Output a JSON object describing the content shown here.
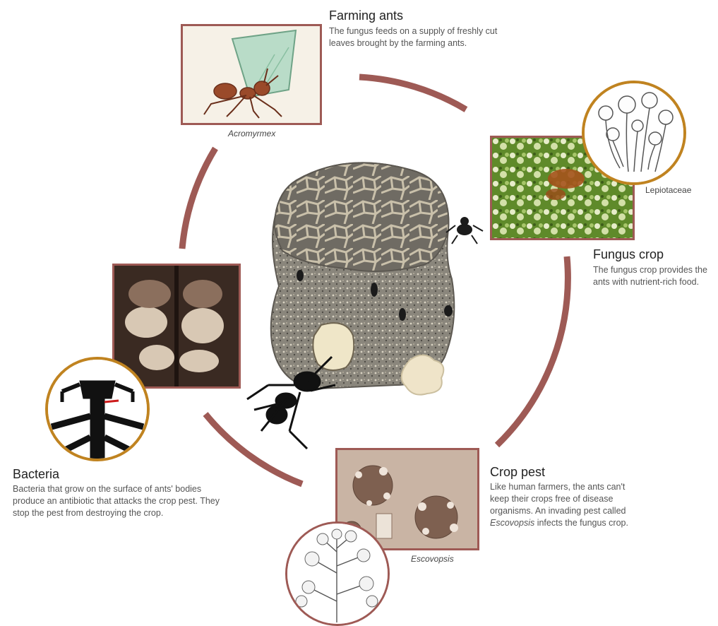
{
  "stages": {
    "farming_ants": {
      "title": "Farming ants",
      "description": "The fungus feeds on a supply of freshly cut leaves brought by the farming ants.",
      "caption": "Acromyrmex"
    },
    "fungus_crop": {
      "title": "Fungus crop",
      "description": "The fungus crop provides the ants with nutrient-rich food.",
      "caption": "Lepiotaceae"
    },
    "crop_pest": {
      "title": "Crop pest",
      "description_prefix": "Like human farmers, the ants can't keep their crops free of disease organisms. An invading pest called ",
      "description_italic": "Escovopsis",
      "description_suffix": " infects the fungus crop.",
      "caption": "Escovopsis"
    },
    "bacteria": {
      "title": "Bacteria",
      "description": "Bacteria that grow on the surface of ants' bodies produce an antibiotic that attacks the crop pest. They stop the pest from destroying the crop."
    }
  },
  "colors": {
    "arc": "#9e5a55",
    "frame_border": "#9e5a55",
    "circle_border": "#c08320"
  }
}
